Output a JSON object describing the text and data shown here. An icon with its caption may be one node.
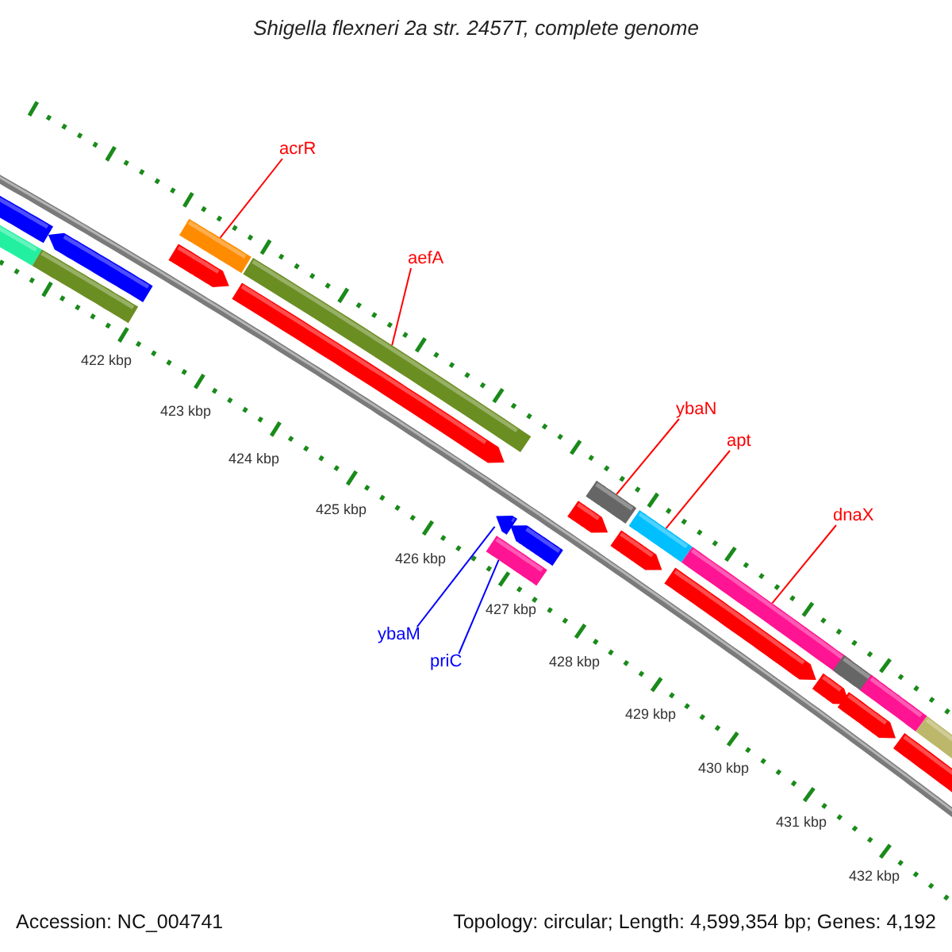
{
  "diagram": {
    "title": "Shigella flexneri 2a str. 2457T, complete genome",
    "nodes": [
      {
        "text": [
          "acrR"
        ]
      },
      {
        "text": [
          "aefA"
        ]
      },
      {
        "text": [
          "ybaN"
        ]
      },
      {
        "text": [
          "apt"
        ]
      },
      {
        "text": [
          "dnaX"
        ]
      },
      {
        "text": [
          "ybaM"
        ]
      },
      {
        "text": [
          "priC"
        ]
      },
      {
        "text": [],
        "shape": "bar"
      },
      {
        "text": [],
        "shape": "bar"
      },
      {
        "text": [],
        "shape": "bar"
      },
      {
        "text": [],
        "shape": "bar"
      },
      {
        "text": [],
        "shape": "bar"
      },
      {
        "text": [],
        "shape": "bar"
      },
      {
        "text": [],
        "shape": "bar"
      },
      {
        "text": [],
        "shape": "bar"
      },
      {
        "text": [],
        "shape": "bar"
      },
      {
        "text": [],
        "shape": "bar"
      },
      {
        "text": [],
        "shape": "bar"
      },
      {
        "text": [],
        "shape": "bar"
      },
      {
        "text": [],
        "shape": "bar"
      },
      {
        "text": [],
        "shape": "bar"
      },
      {
        "text": [],
        "shape": "bar"
      },
      {
        "text": [],
        "shape": "bar"
      },
      {
        "text": [],
        "shape": "bar"
      },
      {
        "text": [],
        "shape": "bar"
      },
      {
        "text": [],
        "shape": "bar"
      },
      {
        "text": [],
        "shape": "bar"
      },
      {
        "text": [],
        "shape": "bar"
      },
      {
        "text": [],
        "shape": "bar"
      },
      {
        "text": [],
        "shape": "bar"
      }
    ],
    "edges": [
      {
        "from": 0,
        "to": 12,
        "arrow": "none"
      },
      {
        "from": 1,
        "to": 14,
        "arrow": "none"
      },
      {
        "from": 2,
        "to": 16,
        "arrow": "none"
      },
      {
        "from": 3,
        "to": 18,
        "arrow": "none"
      },
      {
        "from": 4,
        "to": 20,
        "arrow": "none"
      },
      {
        "from": 5,
        "to": 27,
        "arrow": "none",
        "color": "#0000ff"
      },
      {
        "from": 6,
        "to": 29,
        "arrow": "none",
        "color": "#0000ff"
      }
    ],
    "labels": [
      "422 kbp",
      "423 kbp",
      "424 kbp",
      "425 kbp",
      "426 kbp",
      "427 kbp",
      "428 kbp",
      "429 kbp",
      "430 kbp",
      "431 kbp",
      "432 kbp",
      "Accession: NC_004741",
      "Topology: circular; Length: 4,599,354 bp; Genes: 4,192"
    ]
  }
}
